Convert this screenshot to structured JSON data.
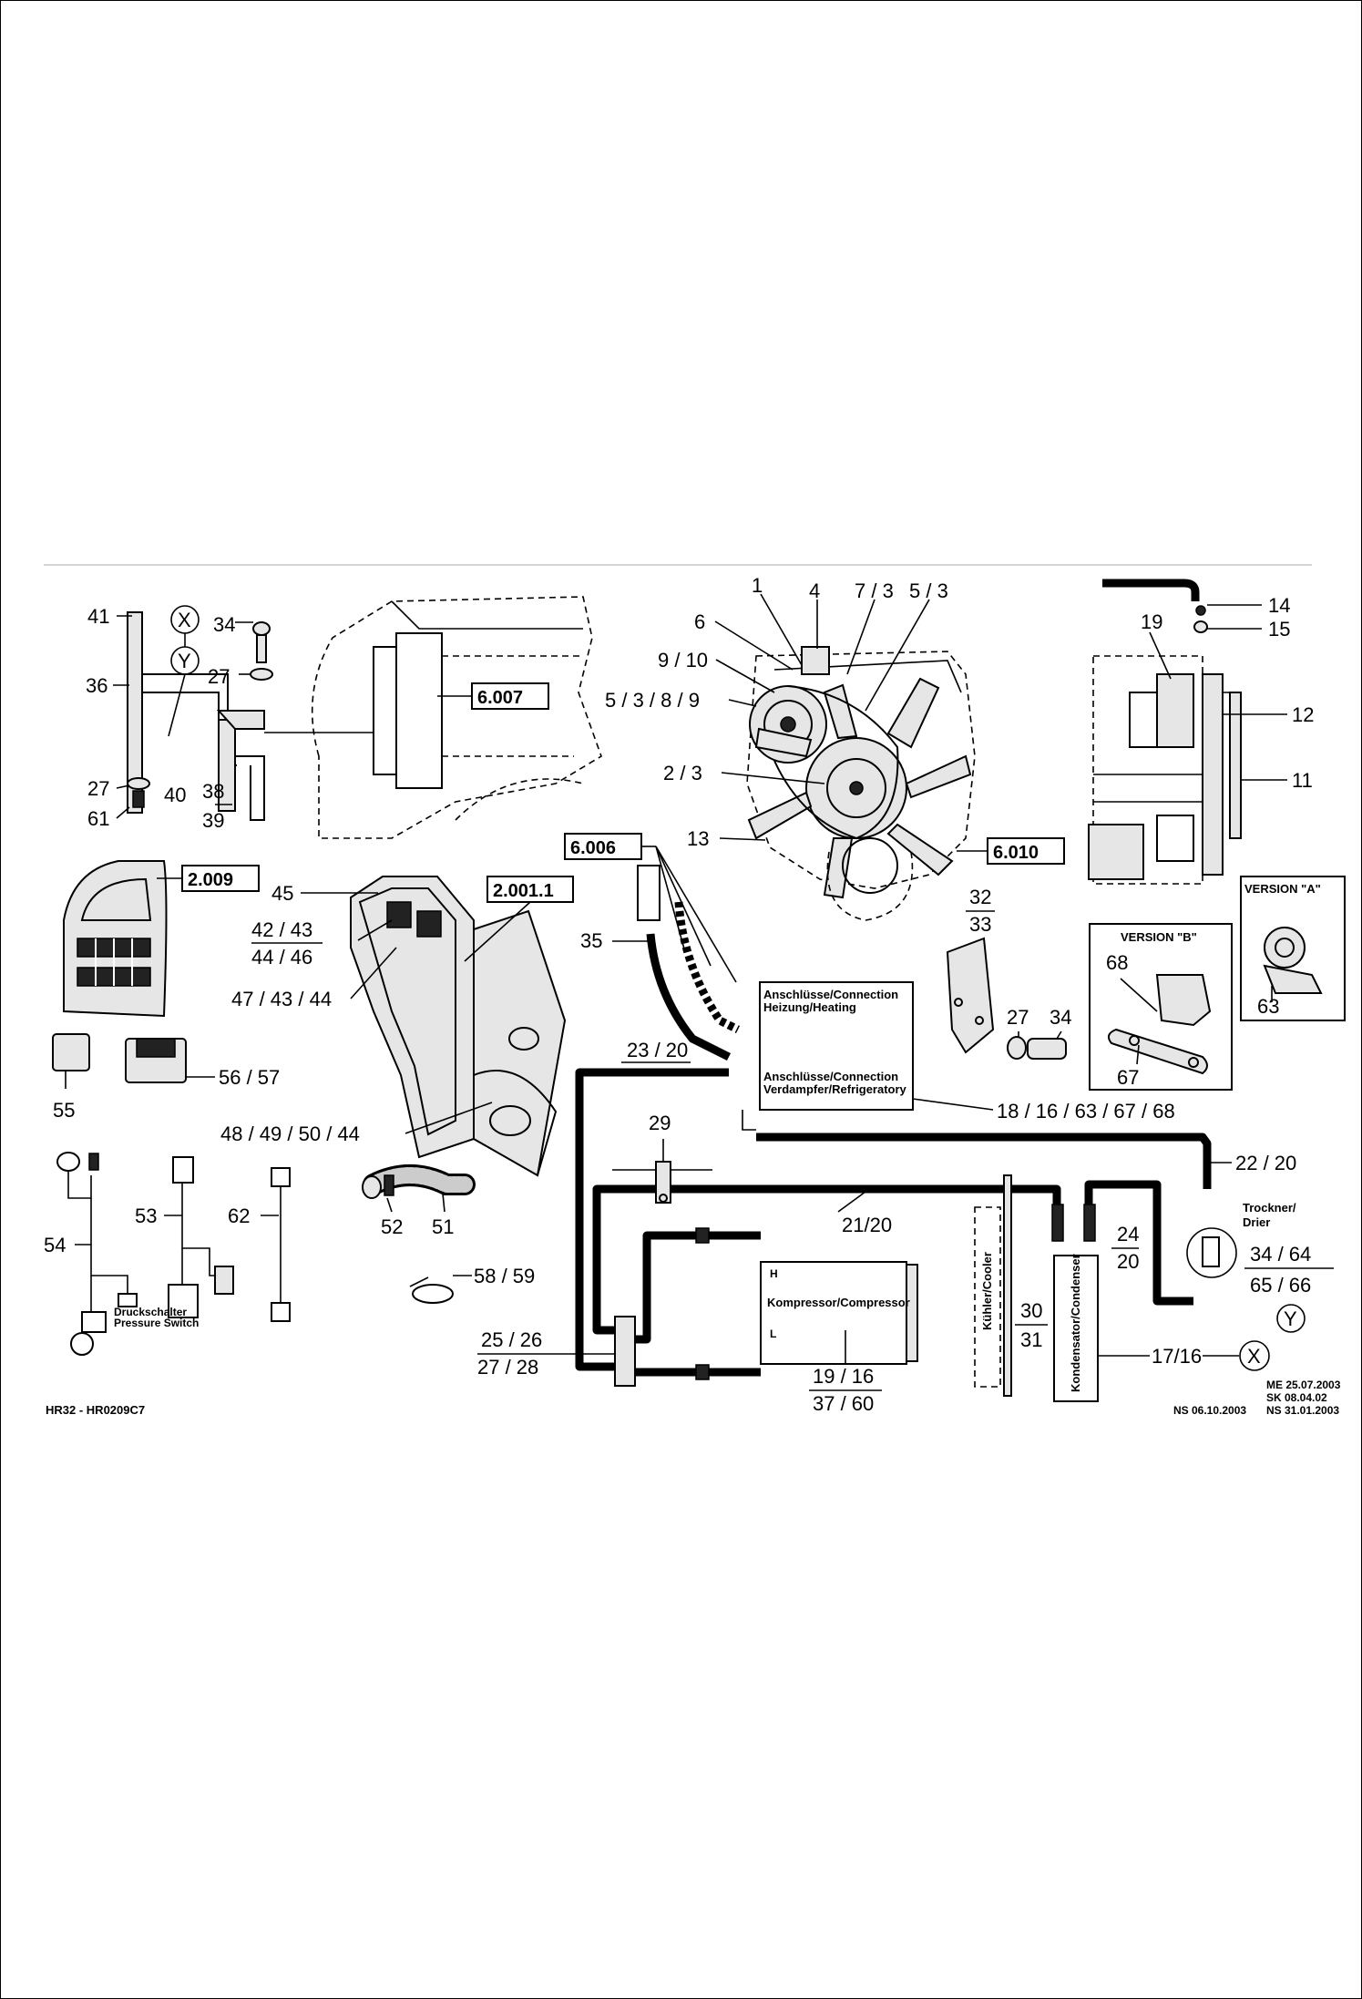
{
  "drawing_ids": {
    "left": "HR32  -  HR0209C7"
  },
  "revisions": [
    "ME  25.07.2003",
    "SK  08.04.02",
    "NS  06.10.2003",
    "NS  31.01.2003"
  ],
  "reference_boxes": [
    "6.007",
    "6.006",
    "6.010",
    "2.009",
    "2.001.1"
  ],
  "markers": {
    "x": "X",
    "y": "Y"
  },
  "labels": {
    "l1": "1",
    "l4": "4",
    "l7_3": "7 / 3",
    "l5_3": "5 / 3",
    "l6": "6",
    "l9_10": "9 / 10",
    "l5_3_8_9": "5 / 3 / 8 / 9",
    "l2_3": "2 / 3",
    "l13": "13",
    "l14": "14",
    "l15": "15",
    "l19": "19",
    "l12": "12",
    "l11": "11",
    "l41": "41",
    "l34a": "34",
    "l27a": "27",
    "l36": "36",
    "l40": "40",
    "l38": "38",
    "l39": "39",
    "l27b": "27",
    "l61": "61",
    "l45": "45",
    "l42_43": "42 / 43",
    "l44_46": "44 / 46",
    "l47_43_44": "47 / 43 / 44",
    "l48_49_50_44": "48 / 49 / 50 / 44",
    "l55": "55",
    "l56_57": "56 / 57",
    "l35": "35",
    "l23_20": "23 / 20",
    "l32": "32",
    "l33": "33",
    "l27c": "27",
    "l34b": "34",
    "l18_16": "18 / 16 / 63 / 67 / 68",
    "l22_20": "22 / 20",
    "l29": "29",
    "l21_20": "21/20",
    "l24": "24",
    "l20": "20",
    "l34_64": "34  /  64",
    "l65_66": "65  /  66",
    "l30": "30",
    "l31": "31",
    "l25_26": "25  / 26",
    "l27_28": "27  / 28",
    "l19_16": "19 / 16",
    "l37_60": "37 / 60",
    "l17_16": "17/16",
    "l54": "54",
    "l53": "53",
    "l62": "62",
    "l52": "52",
    "l51": "51",
    "l58_59": "58 / 59",
    "l68": "68",
    "l67": "67",
    "l63": "63"
  },
  "versions": {
    "a": "VERSION  \"A\"",
    "b": "VERSION  \"B\""
  },
  "component_text": {
    "connection_heating_1": "Anschlüsse/Connection",
    "connection_heating_2": "Heizung/Heating",
    "connection_refrig_1": "Anschlüsse/Connection",
    "connection_refrig_2": "Verdampfer/Refrigeratory",
    "compressor": "Kompressor/Compressor",
    "cooler": "Kühler/Cooler",
    "condenser": "Kondensator/Condenser",
    "dryer_1": "Trockner/",
    "dryer_2": "Drier",
    "pressure_switch_1": "Druckschalter",
    "pressure_switch_2": "Pressure Switch",
    "port_h": "H",
    "port_l": "L"
  }
}
